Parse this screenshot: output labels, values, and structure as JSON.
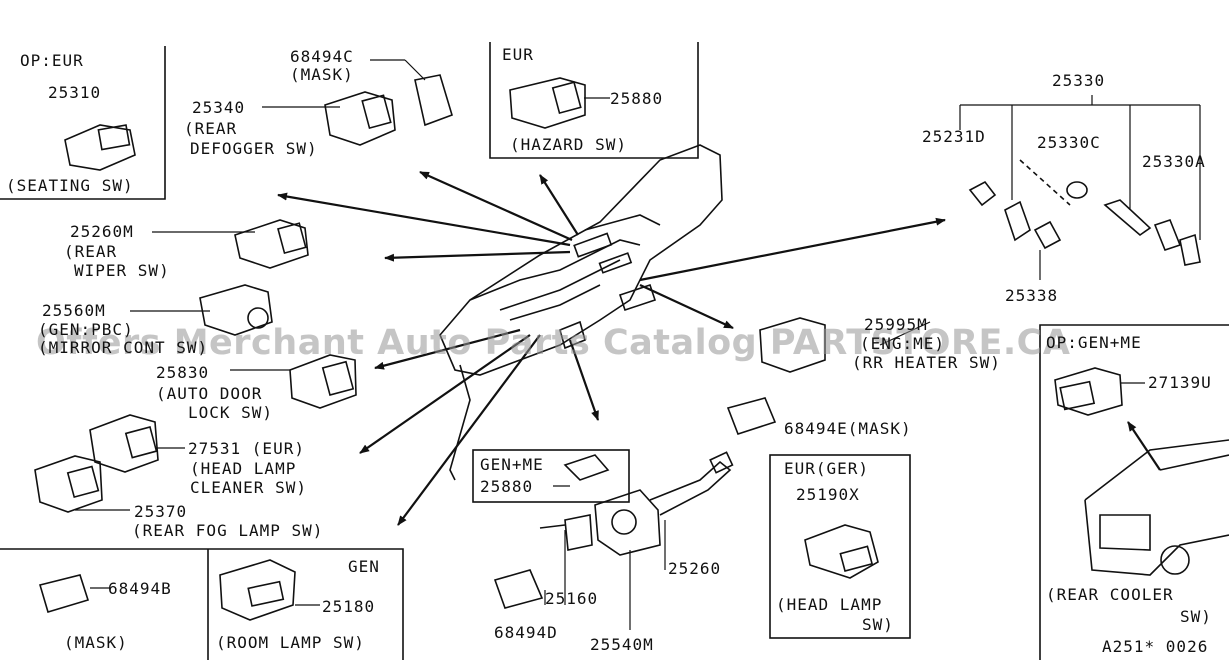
{
  "boxes": {
    "seating": {
      "region": "OP:EUR"
    },
    "hazard": {
      "region": "EUR"
    },
    "room_lamp": {
      "region": "GEN"
    },
    "gen_me": {
      "region": "GEN+ME"
    },
    "head_lamp": {
      "region": "EUR(GER)"
    },
    "rear_cooler": {
      "region": "OP:GEN+ME"
    }
  },
  "parts": {
    "p25310": "25310",
    "seating_sw": "(SEATING SW)",
    "p68494c": "68494C",
    "mask_c": "(MASK)",
    "p25340": "25340",
    "rear_a": "(REAR",
    "defogger_sw": "DEFOGGER SW)",
    "p25880_top": "25880",
    "hazard_sw": "(HAZARD SW)",
    "p25330": "25330",
    "p25231d": "25231D",
    "p25330c": "25330C",
    "p25330a": "25330A",
    "p25338": "25338",
    "p25260m": "25260M",
    "rear_b": "(REAR",
    "wiper_sw": "WIPER SW)",
    "p25560m": "25560M",
    "gen_pbc": "(GEN:PBC)",
    "mirror_cont": "(MIRROR CONT SW)",
    "p25830": "25830",
    "auto_door": "(AUTO DOOR",
    "lock_sw": "LOCK SW)",
    "p27531": "27531 (EUR)",
    "head_lamp_a": "(HEAD LAMP",
    "cleaner_sw": "CLEANER SW)",
    "p25370": "25370",
    "rear_fog": "(REAR FOG  LAMP SW)",
    "p68494b": "68494B",
    "mask_b": "(MASK)",
    "p25180": "25180",
    "room_lamp_sw": "(ROOM LAMP SW)",
    "p25880_mid": "25880",
    "p25160": "25160",
    "p68494d": "68494D",
    "p25540m": "25540M",
    "p25260": "25260",
    "p25995m": "25995M",
    "eng_me": "(ENG:ME)",
    "rr_heater": "(RR HEATER SW)",
    "p68494e": "68494E(MASK)",
    "p25190x": "25190X",
    "head_lamp_b": "(HEAD LAMP",
    "sw_b": "SW)",
    "p27139u": "27139U",
    "rear_cooler": "(REAR COOLER",
    "sw_c": "SW)",
    "diagram_id": "A251* 0026"
  },
  "watermark": "Offers Merchant Auto Parts Catalog PARTSTORE.CA"
}
